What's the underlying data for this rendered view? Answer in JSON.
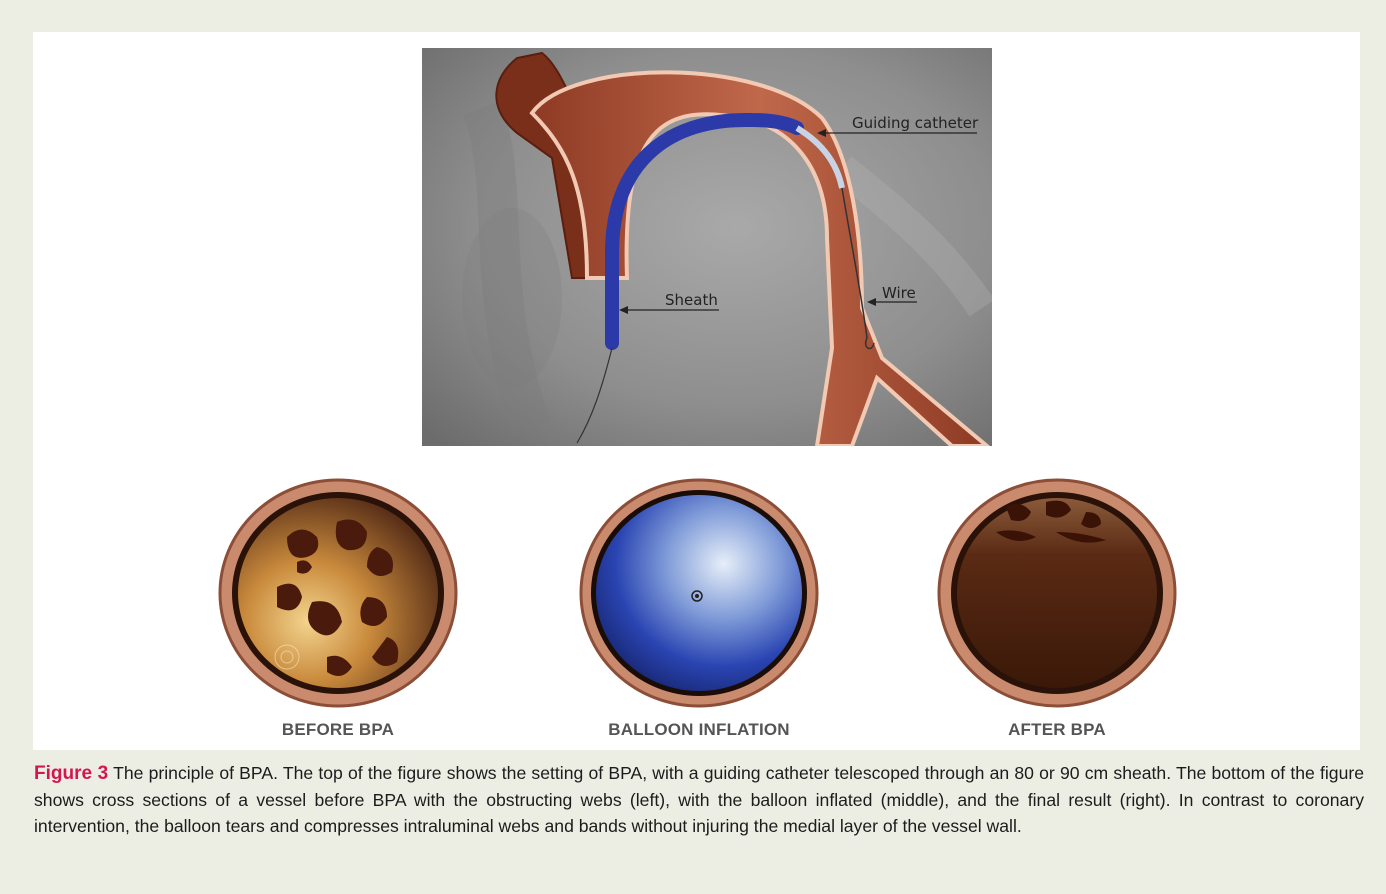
{
  "illustration": {
    "labels": {
      "guiding_catheter": "Guiding catheter",
      "wire": "Wire",
      "sheath": "Sheath"
    }
  },
  "cross_sections": [
    {
      "label": "BEFORE BPA"
    },
    {
      "label": "BALLOON INFLATION"
    },
    {
      "label": "AFTER BPA"
    }
  ],
  "caption": {
    "figure_label": "Figure 3",
    "text": "The principle of BPA. The top of the figure shows the setting of BPA, with a guiding catheter telescoped through an 80 or 90 cm sheath. The bottom of the figure shows cross sections of a vessel before BPA with the obstructing webs (left), with the balloon inflated (middle), and the final result (right). In contrast to coronary intervention, the balloon tears and compresses intraluminal webs and bands without injuring the medial layer of the vessel wall."
  },
  "colors": {
    "figure_label": "#d3174e",
    "vessel": "#b5553a",
    "catheter": "#2b3aa8",
    "background": "#ecede3"
  }
}
